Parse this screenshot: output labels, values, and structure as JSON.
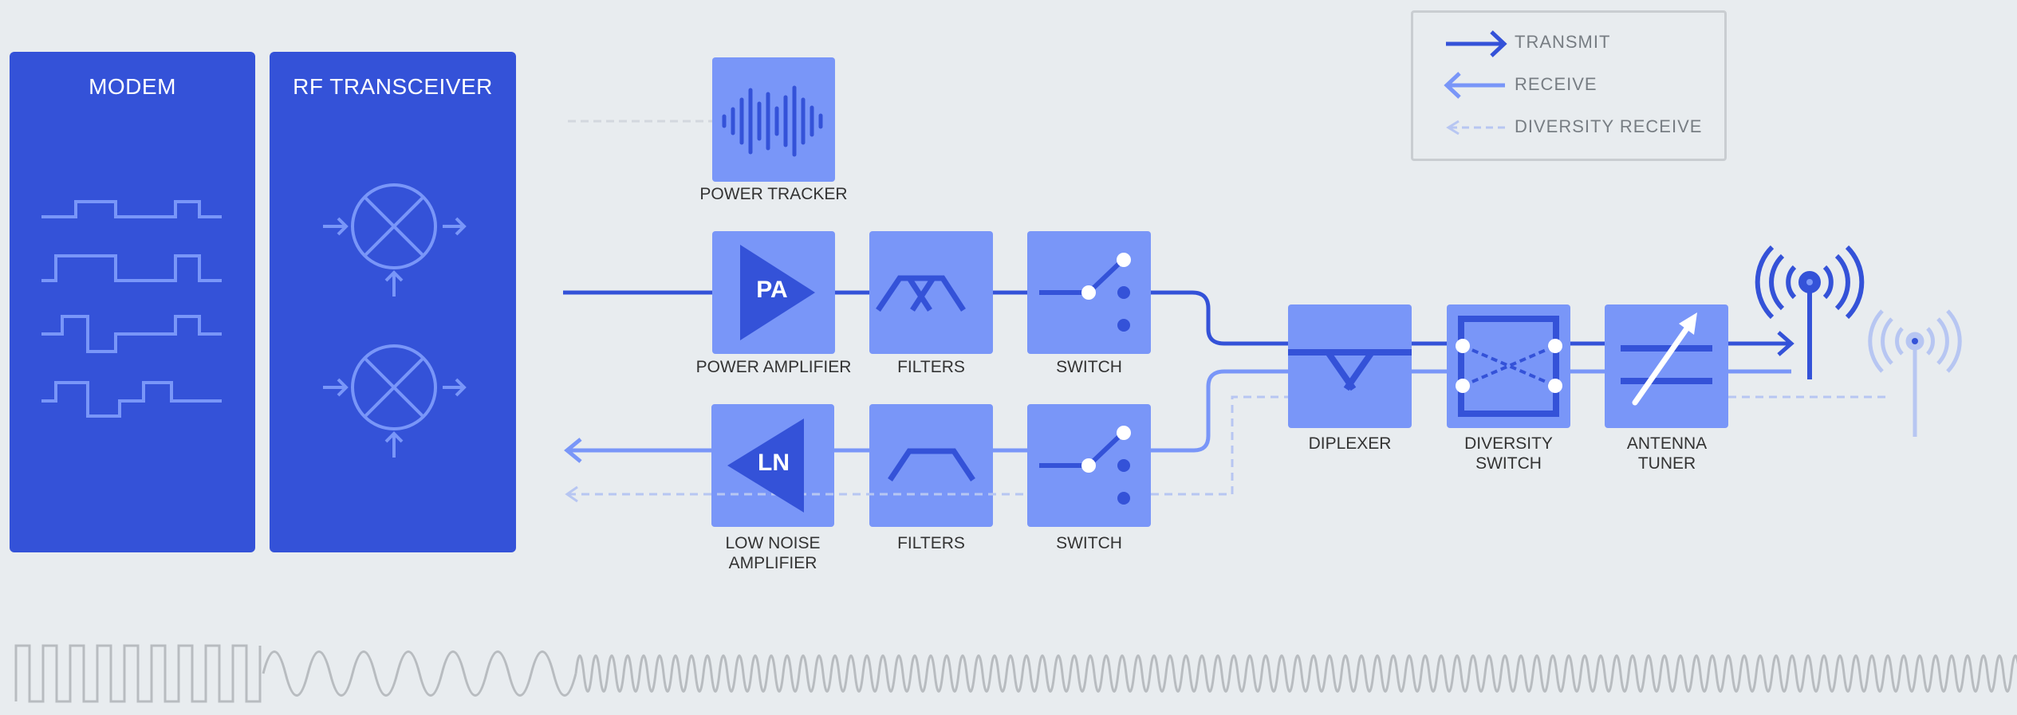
{
  "legend": {
    "transmit": "TRANSMIT",
    "receive": "RECEIVE",
    "diversity_receive": "DIVERSITY RECEIVE"
  },
  "blocks": {
    "modem": "MODEM",
    "rf_transceiver": "RF TRANSCEIVER",
    "power_tracker": "POWER TRACKER",
    "power_amplifier": "POWER AMPLIFIER",
    "pa_symbol": "PA",
    "tx_filters": "FILTERS",
    "tx_switch": "SWITCH",
    "low_noise_amplifier": "LOW NOISE AMPLIFIER",
    "ln_symbol": "LN",
    "rx_filters": "FILTERS",
    "rx_switch": "SWITCH",
    "diplexer": "DIPLEXER",
    "diversity_switch": "DIVERSITY SWITCH",
    "antenna_tuner": "ANTENNA TUNER"
  },
  "colors": {
    "background": "#e8ecef",
    "dark_blue": "#3452d8",
    "light_blue": "#7996f8",
    "pale_blue": "#b7c6f2",
    "wave_gray": "#b8bcc0"
  }
}
